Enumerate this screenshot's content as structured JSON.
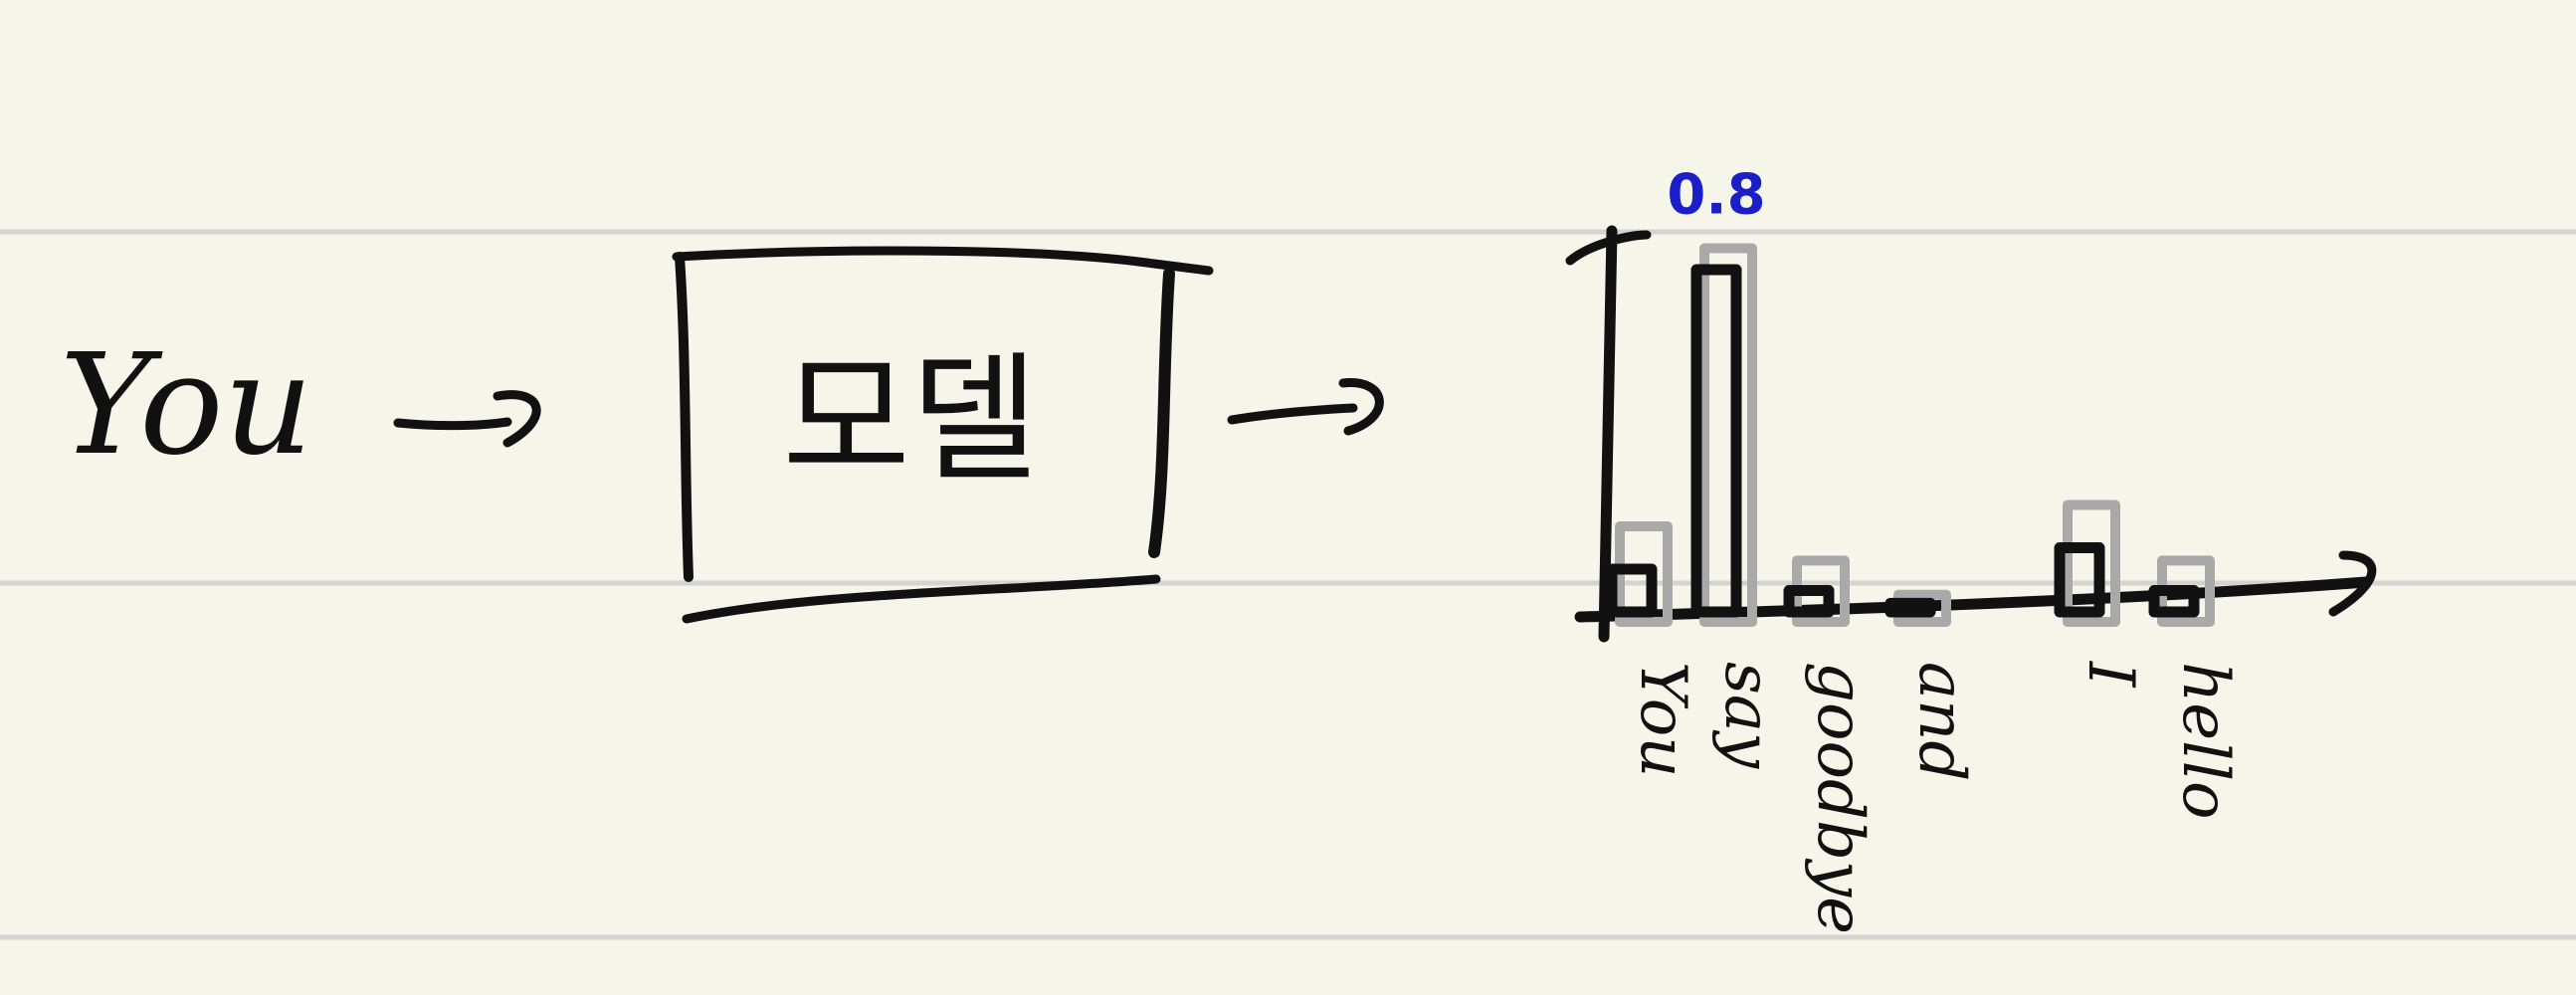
{
  "diagram": {
    "input_word": "You",
    "box_label": "모델",
    "colors": {
      "background": "#f6f5ea",
      "ruled_line": "#d3d3d1",
      "ink": "#111111",
      "previous_bars": "#a9a9a9",
      "highlight": "#1a1fc8"
    }
  },
  "chart_data": {
    "type": "bar",
    "categories": [
      "You",
      "say",
      "goodbye",
      "and",
      "I",
      "hello"
    ],
    "series": [
      {
        "values": [
          0.1,
          0.8,
          0.05,
          0.02,
          0.15,
          0.05
        ]
      },
      {
        "values": [
          0.2,
          0.85,
          0.12,
          0.04,
          0.25,
          0.12
        ]
      }
    ],
    "value_labels": [
      {
        "category": "say",
        "text": "0.8"
      }
    ],
    "ylim": [
      0,
      1
    ],
    "grid": false
  }
}
